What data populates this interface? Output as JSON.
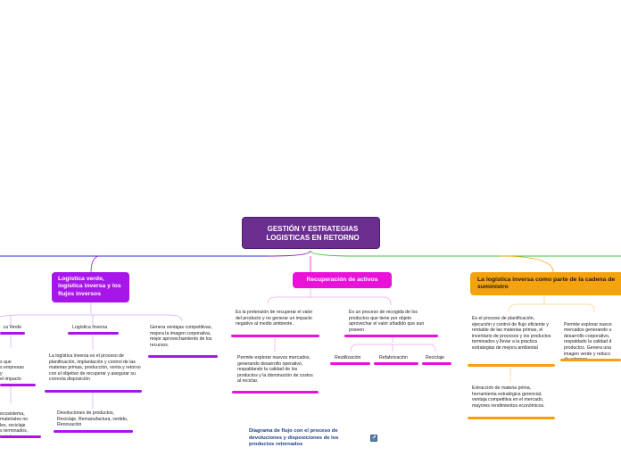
{
  "root": {
    "title": "GESTIÓN Y ESTRATEGIAS LOGISTICAS EN RETORNO"
  },
  "branches": [
    {
      "label": "Logística verde, logística inversa y los flujos inversos",
      "color": "#a616e8",
      "children": [
        {
          "label": "ca Verde"
        },
        {
          "label": "Logística Inversa"
        },
        {
          "label": "Genera ventajas competitivas, mejora la imagen corporativa, mejor aprovechamiento de los recursos."
        }
      ],
      "details": [
        "s que\ns empresas\ny\nel impacto",
        "La logística inversa es el proceso de planificación, implantación y control de las materias primas, producción, venta y retorno con el objetivo de recuperar y asegurar su correcta disposición",
        "ecosistema,\nmateriales no\nles, reciclaje\ns terminados,\nientales.",
        "Devoluciones de productos, Reciclaje, Remanufactura, vertido, Renovación"
      ]
    },
    {
      "label": "Recuperación de activos",
      "color": "#e812d8",
      "children": [
        {
          "label": "Es la pretensión de recuperar el valor del producto y no generar un impacto negativo al medio ambiente."
        },
        {
          "label": "Es un proceso de recogida de los productos que tiene por objeto aprovechar el valor añadido que aun poseen"
        }
      ],
      "details": [
        "Permite explorar nuevos mercados, generando desarrollo operativo, respaldando la calidad de los productos y la disminución de costos al reciclar."
      ],
      "subitems": [
        "Reutilización",
        "Refabricación",
        "Reciclaje"
      ]
    },
    {
      "label": "La logística inversa como parte de la cadena de suministro",
      "color": "#f5a20f",
      "children": [
        {
          "label": "Es el proceso de planificación, ejecución y control de flujo eficiente y rentable de las materias primas, el inventario de procesos y los productos terminados y llevar a la practica estrategias de mejora ambiental"
        },
        {
          "label": "Permite explorar nuevo\nmercados generando u\ndesarrollo corporativo,\nrespaldado la calidad d\nproductos. Genera una\nimagen verde y reducc\nde retornos."
        }
      ],
      "details": [
        "Extracción de materia prima, herramienta estratégica gerencial, ventaja competitiva en el mercado, mayores rendimientos económicos."
      ]
    }
  ],
  "footer": {
    "caption": "Diagrama de flujo con el proceso de devoluciones y disposiciones de los productos retornados",
    "icon": "link-icon"
  }
}
